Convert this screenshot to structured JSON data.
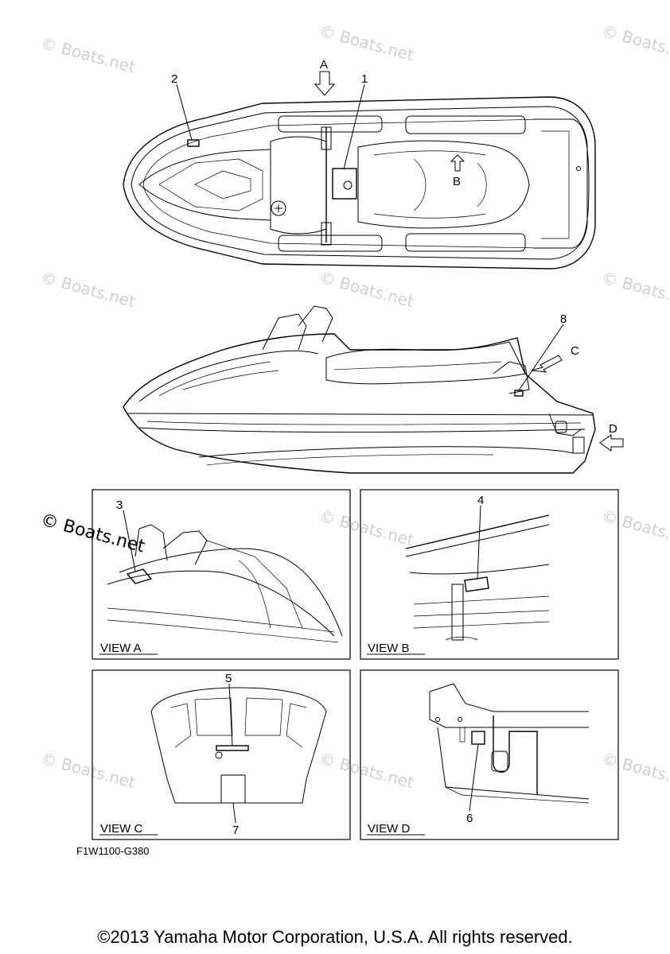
{
  "callouts": [
    "1",
    "2",
    "3",
    "4",
    "5",
    "6",
    "7",
    "8"
  ],
  "arrows": {
    "a": "A",
    "b": "B",
    "c": "C",
    "d": "D"
  },
  "views": {
    "a": "VIEW A",
    "b": "VIEW B",
    "c": "VIEW C",
    "d": "VIEW D"
  },
  "watermark": "© Boats.net",
  "drawing_code": "F1W1100-G380",
  "copyright": "©2013 Yamaha Motor Corporation, U.S.A. All rights reserved."
}
